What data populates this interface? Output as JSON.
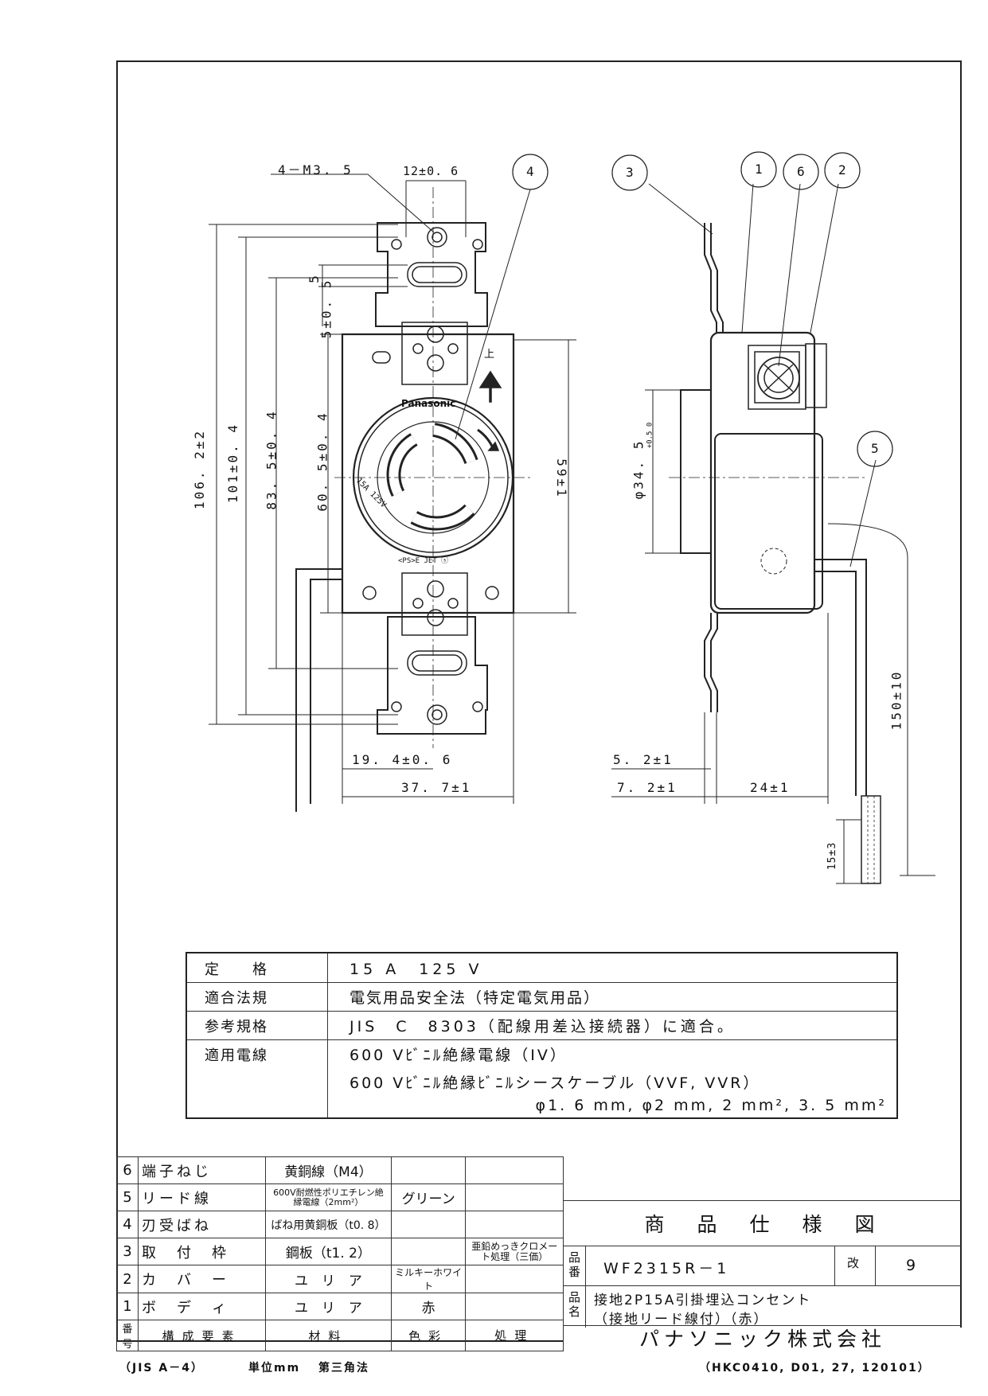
{
  "dims": {
    "m35": "4－M3. 5",
    "d12": "12±0. 6",
    "d5": "5",
    "d5b": "5±0. 5",
    "d106": "106. 2±2",
    "d101": "101±0. 4",
    "d83": "83. 5±0. 4",
    "d60": "60. 5±0. 4",
    "d59": "59±1",
    "d194": "19. 4±0. 6",
    "d377": "37. 7±1",
    "phi": "φ34. 5",
    "phi_tol": "+0.5 0",
    "d52": "5. 2±1",
    "d72": "7. 2±1",
    "d24": "24±1",
    "d150": "150±10",
    "d15": "15±3"
  },
  "balloons": [
    "1",
    "2",
    "3",
    "4",
    "5",
    "6"
  ],
  "face_marks": {
    "brand": "Panasonic",
    "rating": "15A 125V",
    "certs": "<PS>E JET ⓢ",
    "arrow_label": "上"
  },
  "spec_rows": [
    {
      "label": "定　　格",
      "value": "15 A　125 V"
    },
    {
      "label": "適合法規",
      "value": "電気用品安全法（特定電気用品）"
    },
    {
      "label": "参考規格",
      "value": "JIS　C　8303（配線用差込接続器）に適合。"
    },
    {
      "label": "適用電線",
      "value": "600 Vﾋﾞﾆﾙ絶縁電線（IV）",
      "value2": "600 Vﾋﾞﾆﾙ絶縁ﾋﾞﾆﾙシースケーブル（VVF, VVR）",
      "value3": "φ1. 6 mm, φ2 mm, 2 mm², 3. 5 mm²"
    }
  ],
  "parts": [
    {
      "no": "6",
      "name": "端子ねじ",
      "material": "黄銅線（M4）",
      "color": "",
      "treat": ""
    },
    {
      "no": "5",
      "name": "リード線",
      "material": "600V耐燃性ポリエチレン絶縁電線（2mm²）",
      "color": "グリーン",
      "treat": ""
    },
    {
      "no": "4",
      "name": "刃受ばね",
      "material": "ばね用黄銅板（t0. 8）",
      "color": "",
      "treat": ""
    },
    {
      "no": "3",
      "name": "取　付　枠",
      "material": "鋼板（t1. 2）",
      "color": "",
      "treat": "亜鉛めっきクロメート処理（三価）"
    },
    {
      "no": "2",
      "name": "カ　バ　ー",
      "material": "ユ　リ　ア",
      "color": "ミルキーホワイト",
      "treat": ""
    },
    {
      "no": "1",
      "name": "ボ　デ　ィ",
      "material": "ユ　リ　ア",
      "color": "赤",
      "treat": ""
    }
  ],
  "parts_header": {
    "no": "番号",
    "name": "構成要素",
    "material": "材料",
    "color": "色彩",
    "treat": "処理"
  },
  "title_block": {
    "title": "商　品　仕　様　図",
    "part_no_label": "品番",
    "part_no": "WF2315R－1",
    "rev_label": "改",
    "rev": "9",
    "name_label": "品名",
    "name_line1": "接地2P15A引掛埋込コンセント",
    "name_line2": "（接地リード線付）（赤）",
    "company": "パナソニック株式会社"
  },
  "footer": {
    "left": "（JIS A－4）",
    "unit": "単位mm",
    "proj": "第三角法",
    "code": "（HKC0410, D01, 27, 120101）"
  }
}
